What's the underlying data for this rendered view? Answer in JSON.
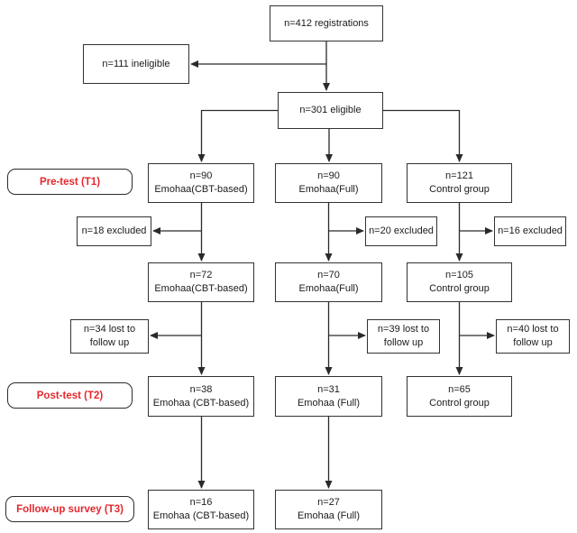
{
  "figure": {
    "background": "#ffffff",
    "line_color": "#2a2a2a",
    "accent_red": "#e6282d",
    "top": {
      "registrations": "n=412 registrations",
      "ineligible": "n=111 ineligible",
      "eligible": "n=301 eligible"
    },
    "stage_labels": {
      "t1": "Pre-test (T1)",
      "t2": "Post-test (T2)",
      "t3": "Follow-up survey (T3)"
    },
    "t1_row": [
      {
        "line1": "n=90",
        "line2": "Emohaa(CBT-based)"
      },
      {
        "line1": "n=90",
        "line2": "Emohaa(Full)"
      },
      {
        "line1": "n=121",
        "line2": "Control group"
      }
    ],
    "excluded_row": [
      {
        "line1": "n=18 excluded"
      },
      {
        "line1": "n=20 excluded"
      },
      {
        "line1": "n=16 excluded"
      }
    ],
    "post_exclusion_row": [
      {
        "line1": "n=72",
        "line2": "Emohaa(CBT-based)"
      },
      {
        "line1": "n=70",
        "line2": "Emohaa(Full)"
      },
      {
        "line1": "n=105",
        "line2": "Control group"
      }
    ],
    "lost_row": [
      {
        "line1": "n=34 lost to",
        "line2": "follow up"
      },
      {
        "line1": "n=39 lost to",
        "line2": "follow up"
      },
      {
        "line1": "n=40 lost to",
        "line2": "follow up"
      }
    ],
    "t2_row": [
      {
        "line1": "n=38",
        "line2": "Emohaa (CBT-based)"
      },
      {
        "line1": "n=31",
        "line2": "Emohaa (Full)"
      },
      {
        "line1": "n=65",
        "line2": "Control group"
      }
    ],
    "t3_row": [
      {
        "line1": "n=16",
        "line2": "Emohaa (CBT-based)"
      },
      {
        "line1": "n=27",
        "line2": "Emohaa (Full)"
      }
    ]
  }
}
